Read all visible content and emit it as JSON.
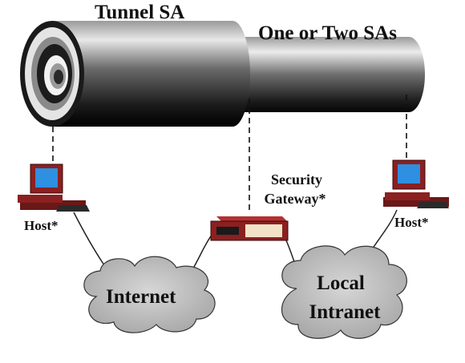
{
  "labels": {
    "tunnel_sa": "Tunnel SA",
    "one_or_two_sas": "One or Two SAs",
    "security_gateway_line1": "Security",
    "security_gateway_line2": "Gateway*",
    "host_left": "Host*",
    "host_right": "Host*",
    "internet": "Internet",
    "local_intranet_line1": "Local",
    "local_intranet_line2": "Intranet"
  },
  "colors": {
    "tube_dark": "#1e1e1e",
    "tube_mid": "#8a8a8a",
    "tube_light": "#e6e6e6",
    "cloud_fill": "#c4c4c4",
    "monitor_screen": "#2f8fe0",
    "monitor_body": "#8b2020",
    "gateway_body": "#8b2020"
  },
  "icons": [
    "computer-icon",
    "gateway-device-icon",
    "cloud-icon"
  ]
}
